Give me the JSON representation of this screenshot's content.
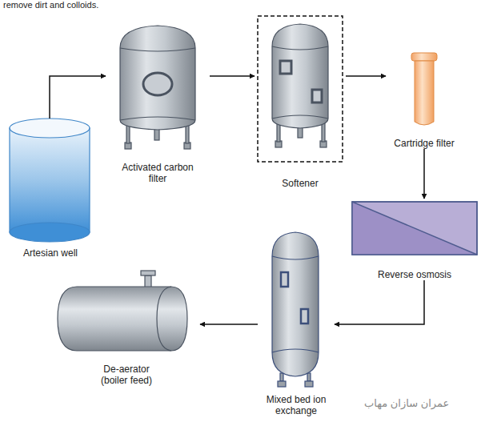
{
  "diagram": {
    "nodes": [
      {
        "text": [
          "Artesian well"
        ]
      },
      {
        "text": [
          "Activated carbon filter"
        ]
      },
      {
        "text": [
          "Softener"
        ]
      },
      {
        "text": [
          "Cartridge filter"
        ]
      },
      {
        "text": [
          "Reverse osmosis"
        ]
      },
      {
        "text": [
          "Mixed bed ion exchange"
        ]
      },
      {
        "text": [
          "De-aerator (boiler feed)"
        ]
      }
    ],
    "edges": [
      {
        "from": 0,
        "to": 1,
        "arrow": "to"
      },
      {
        "from": 1,
        "to": 2,
        "arrow": "to"
      },
      {
        "from": 2,
        "to": 3,
        "arrow": "to"
      },
      {
        "from": 3,
        "to": 4,
        "arrow": "to"
      },
      {
        "from": 4,
        "to": 5,
        "arrow": "to"
      },
      {
        "from": 5,
        "to": 6,
        "arrow": "to"
      }
    ],
    "labels": [
      "remove dirt and colloids.",
      "عمران سازان مهاب"
    ]
  }
}
